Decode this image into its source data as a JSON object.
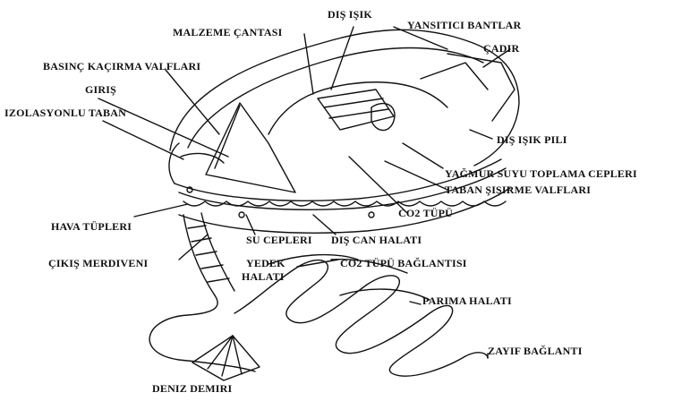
{
  "diagram": {
    "labels": {
      "dis_isik": "DIŞ IŞIK",
      "yansitici_bantlar": "YANSITICI BANTLAR",
      "malzeme_cantasi": "MALZEME ÇANTASI",
      "cadir": "ÇADIR",
      "basinc_kacirma_valflari": "BASINÇ KAÇIRMA VALFLARI",
      "giris": "GIRIŞ",
      "izolasyonlu_taban": "IZOLASYONLU TABAN",
      "dis_isik_pili": "DIŞ IŞIK PILI",
      "yagmur_suyu_toplama_cepleri": "YAĞMUR SUYU TOPLAMA CEPLERI",
      "taban_sisirme_valflari": "TABAN ŞIŞIRME VALFLARI",
      "co2_tupu": "CO2 TÜPÜ",
      "hava_tupleri": "HAVA TÜPLERI",
      "su_cepleri": "SU CEPLERI",
      "dis_can_halati": "DIŞ CAN HALATI",
      "cikis_merdiveni": "ÇIKIŞ MERDIVENI",
      "yedek_halati_line1": "YEDEK",
      "yedek_halati_line2": "HALATI",
      "co2_tupu_baglantisi": "CO2 TÜPÜ BAĞLANTISI",
      "parima_halati": "PARIMA HALATI",
      "zayif_baglanti": "ZAYIF BAĞLANTI",
      "deniz_demiri": "DENIZ DEMIRI"
    },
    "colors": {
      "ink": "#111111",
      "background": "#ffffff"
    }
  }
}
